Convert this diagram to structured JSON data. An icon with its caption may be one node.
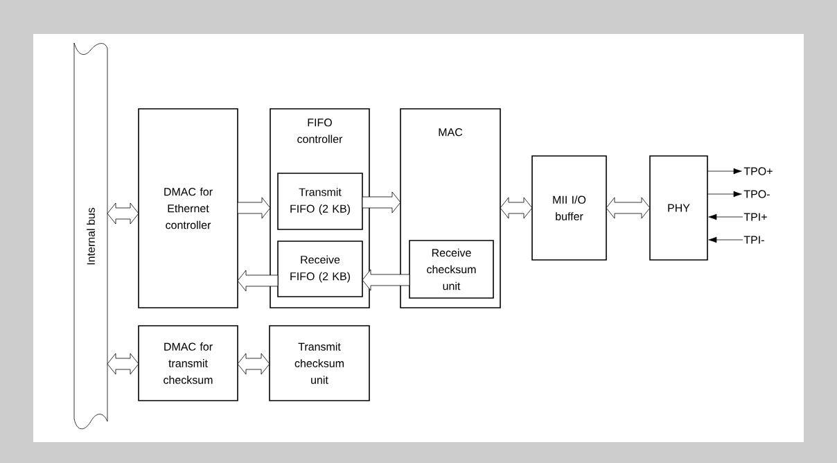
{
  "diagram": {
    "nodes": [
      {
        "text": [
          "Internal bus"
        ]
      },
      {
        "text": [
          "DMAC for Ethernet controller"
        ]
      },
      {
        "text": [
          "FIFO controller"
        ]
      },
      {
        "text": [
          "Transmit FIFO (2 KB)"
        ],
        "in": 2
      },
      {
        "text": [
          "Receive FIFO (2 KB)"
        ],
        "in": 2
      },
      {
        "text": [
          "MAC"
        ]
      },
      {
        "text": [
          "Receive checksum unit"
        ],
        "in": 5
      },
      {
        "text": [
          "MII I/O buffer"
        ]
      },
      {
        "text": [
          "PHY"
        ]
      },
      {
        "text": [
          "DMAC for transmit checksum"
        ]
      },
      {
        "text": [
          "Transmit checksum unit"
        ]
      },
      {
        "text": [
          "TPO+"
        ]
      },
      {
        "text": [
          "TPO-"
        ]
      },
      {
        "text": [
          "TPI+"
        ]
      },
      {
        "text": [
          "TPI-"
        ]
      }
    ],
    "edges": [
      {
        "from": 0,
        "to": 1,
        "arrow": "both",
        "style": "thick"
      },
      {
        "from": 1,
        "to": 2,
        "arrow": "to",
        "style": "thick"
      },
      {
        "from": 4,
        "to": 1,
        "arrow": "to",
        "style": "thick"
      },
      {
        "from": 3,
        "to": 5,
        "arrow": "to",
        "style": "thick"
      },
      {
        "from": 6,
        "to": 4,
        "arrow": "to",
        "style": "thick"
      },
      {
        "from": 5,
        "to": 7,
        "arrow": "both",
        "style": "thick"
      },
      {
        "from": 7,
        "to": 8,
        "arrow": "both",
        "style": "thick"
      },
      {
        "from": 8,
        "to": 11,
        "arrow": "to"
      },
      {
        "from": 8,
        "to": 12,
        "arrow": "to"
      },
      {
        "from": 13,
        "to": 8,
        "arrow": "to"
      },
      {
        "from": 14,
        "to": 8,
        "arrow": "to"
      },
      {
        "from": 0,
        "to": 9,
        "arrow": "both",
        "style": "thick"
      },
      {
        "from": 9,
        "to": 10,
        "arrow": "both",
        "style": "thick"
      }
    ]
  }
}
